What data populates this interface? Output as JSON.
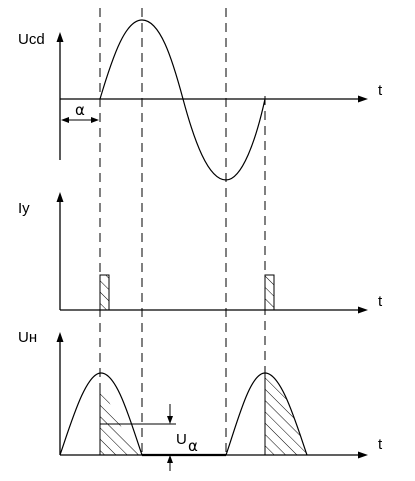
{
  "labels": {
    "ucd": "Ucd",
    "iy": "Iy",
    "un": "Uн",
    "t": "t",
    "alpha": "α",
    "u_alpha_main": "U",
    "u_alpha_sub": "α"
  },
  "colors": {
    "line": "#000000",
    "background": "#ffffff"
  }
}
